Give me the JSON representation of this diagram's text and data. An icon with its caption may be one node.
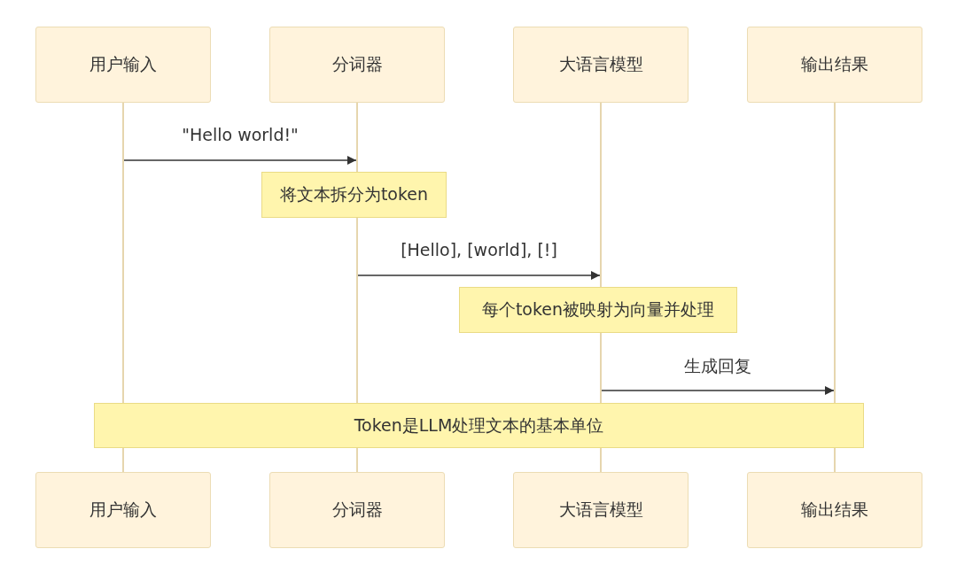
{
  "diagram": {
    "nodes": [
      {
        "text": [
          "用户输入"
        ]
      },
      {
        "text": [
          "分词器"
        ]
      },
      {
        "text": [
          "大语言模型"
        ]
      },
      {
        "text": [
          "输出结果"
        ]
      },
      {
        "text": [],
        "shape": "line"
      },
      {
        "text": [],
        "shape": "line"
      },
      {
        "text": [],
        "shape": "line"
      },
      {
        "text": [],
        "shape": "line"
      },
      {
        "text": [
          "将文本拆分为token"
        ]
      },
      {
        "text": [
          "每个token被映射为向量并处理"
        ]
      },
      {
        "text": [
          "Token是LLM处理文本的基本单位"
        ]
      },
      {
        "text": [
          "用户输入"
        ]
      },
      {
        "text": [
          "分词器"
        ]
      },
      {
        "text": [
          "大语言模型"
        ]
      },
      {
        "text": [
          "输出结果"
        ]
      }
    ],
    "edges": [
      {
        "from": 4,
        "to": 5,
        "arrow": "to",
        "label": "\"Hello world!\""
      },
      {
        "from": 5,
        "to": 6,
        "arrow": "to",
        "label": "[Hello], [world], [!]"
      },
      {
        "from": 6,
        "to": 7,
        "arrow": "to",
        "label": "生成回复"
      }
    ]
  }
}
